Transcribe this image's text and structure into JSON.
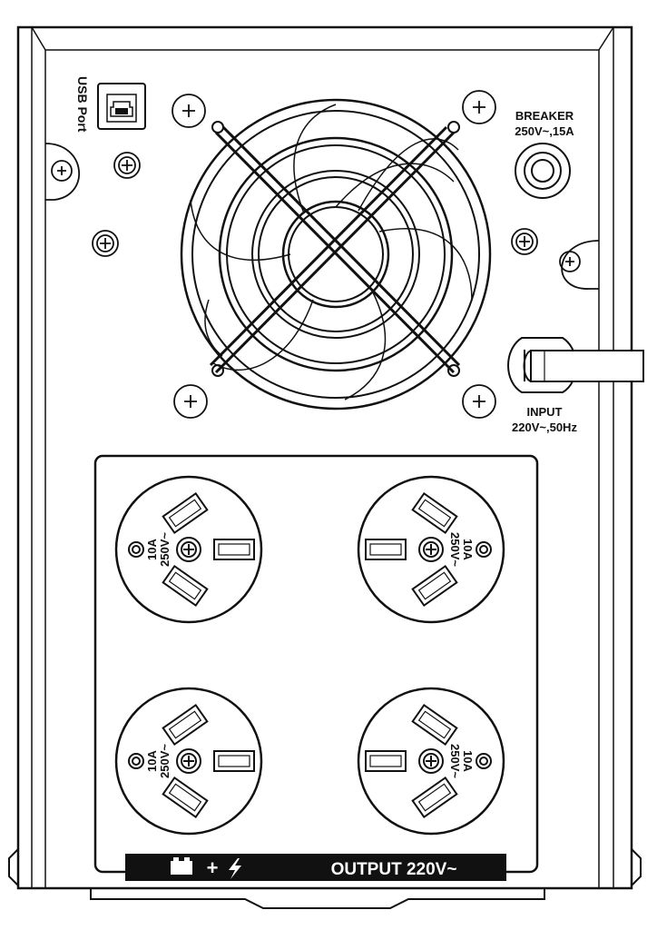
{
  "labels": {
    "usb_port": "USB Port",
    "breaker_title": "BREAKER",
    "breaker_rating": "250V~,15A",
    "input_title": "INPUT",
    "input_rating": "220V~,50Hz",
    "output_label": "OUTPUT 220V~",
    "battery_plus": "+"
  },
  "outlets": [
    {
      "name": "top-left",
      "current": "10A",
      "voltage": "250V~"
    },
    {
      "name": "top-right",
      "current": "10A",
      "voltage": "250V~"
    },
    {
      "name": "bottom-left",
      "current": "10A",
      "voltage": "250V~"
    },
    {
      "name": "bottom-right",
      "current": "10A",
      "voltage": "250V~"
    }
  ],
  "icons": [
    "usb-b-port-icon",
    "screw-icon",
    "fan-grille-icon",
    "breaker-icon",
    "power-cord-icon",
    "battery-icon",
    "lightning-icon"
  ],
  "colors": {
    "line": "#111111",
    "background": "#ffffff",
    "banner": "#111111",
    "banner_text": "#ffffff"
  }
}
